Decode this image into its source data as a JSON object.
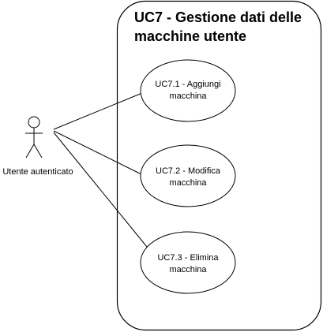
{
  "system": {
    "title_line1": "UC7 - Gestione dati delle",
    "title_line2": "macchine utente"
  },
  "actor": {
    "label": "Utente autenticato"
  },
  "use_cases": [
    {
      "line1": "UC7.1 - Aggiungi",
      "line2": "macchina"
    },
    {
      "line1": "UC7.2 - Modifica",
      "line2": "macchina"
    },
    {
      "line1": "UC7.3 - Elimina",
      "line2": "macchina"
    }
  ],
  "colors": {
    "stroke": "#000000",
    "fill": "#ffffff",
    "text": "#000000"
  }
}
